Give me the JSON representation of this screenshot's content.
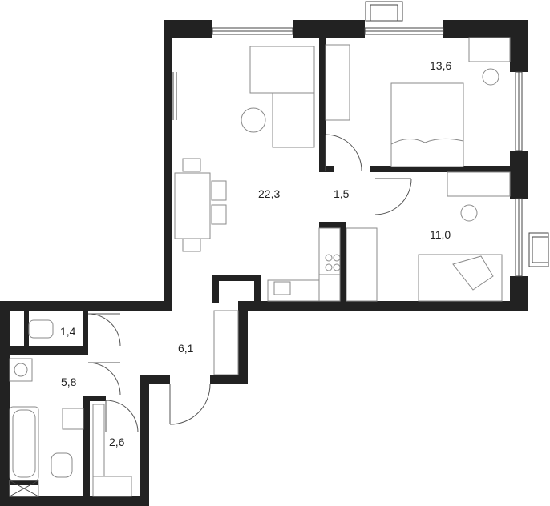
{
  "rooms": [
    {
      "id": "living",
      "area": "22,3"
    },
    {
      "id": "hall",
      "area": "1,5"
    },
    {
      "id": "bedroom1",
      "area": "13,6"
    },
    {
      "id": "bedroom2",
      "area": "11,0"
    },
    {
      "id": "wc",
      "area": "1,4"
    },
    {
      "id": "corridor",
      "area": "6,1"
    },
    {
      "id": "bathroom",
      "area": "5,8"
    },
    {
      "id": "closet",
      "area": "2,6"
    }
  ],
  "colors": {
    "wall": "#222222",
    "furniture": "#8a8a8a",
    "background": "#ffffff"
  }
}
